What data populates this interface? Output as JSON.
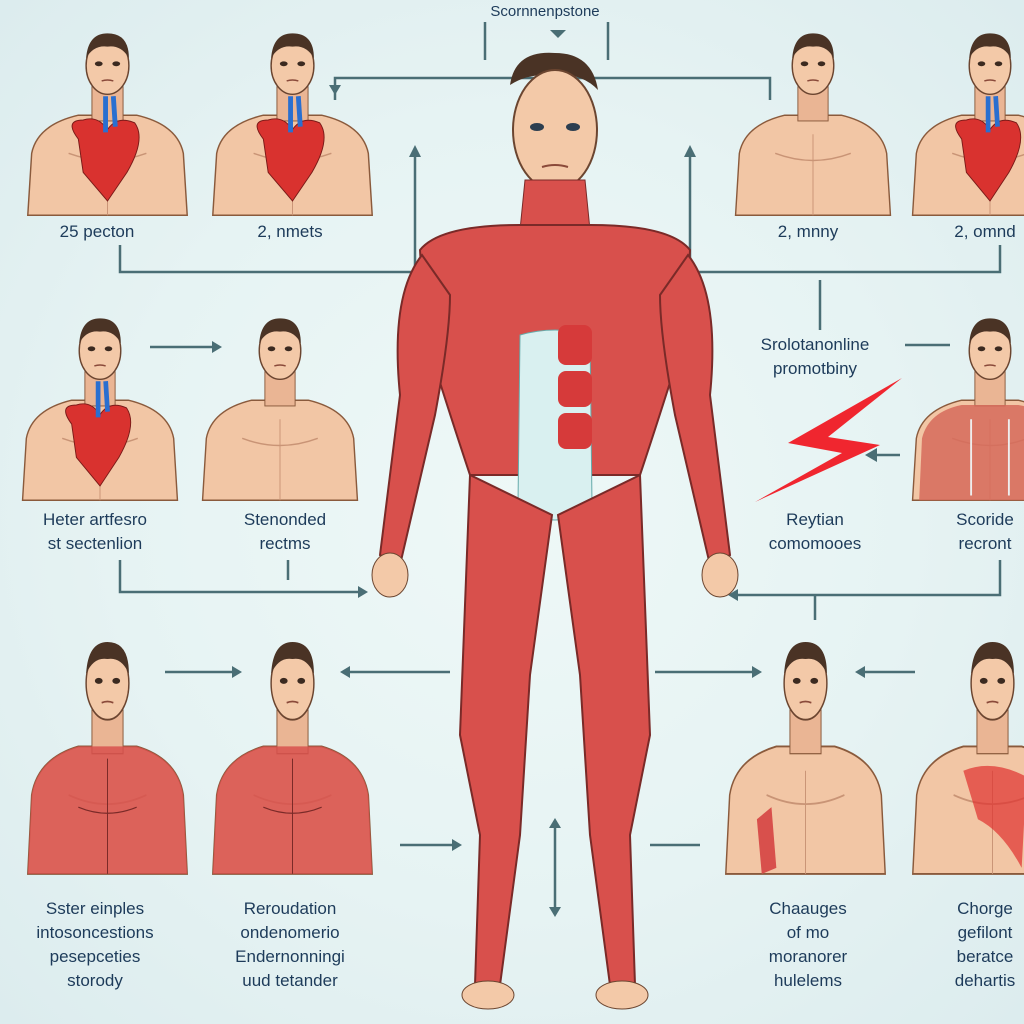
{
  "title": "Scornnenpstone",
  "colors": {
    "skin": "#f2c6a5",
    "muscle": "#d8504c",
    "line": "#4a6e75",
    "bolt": "#f0262f",
    "heart": "#d9322f"
  },
  "panels": [
    {
      "id": "top-left-1",
      "variant": "heart",
      "label": [
        "25 pecton"
      ]
    },
    {
      "id": "top-left-2",
      "variant": "heart",
      "label": [
        "2, nmets"
      ]
    },
    {
      "id": "top-right-1",
      "variant": "plain",
      "label": [
        "2, mnny"
      ]
    },
    {
      "id": "top-right-2",
      "variant": "heart",
      "label": [
        "2, omnd"
      ]
    },
    {
      "id": "mid-left-1",
      "variant": "heart",
      "label": [
        "Heter artfesro",
        "st sectenlion"
      ]
    },
    {
      "id": "mid-left-2",
      "variant": "plain",
      "label": [
        "Stenonded",
        "rectms"
      ]
    },
    {
      "id": "mid-right-2",
      "variant": "organs",
      "label": [
        "Scoride",
        "recront"
      ]
    },
    {
      "id": "bottom-left-1",
      "variant": "muscle",
      "label": [
        "Sster einples",
        "intosoncestions",
        "pesepceties",
        "storody"
      ]
    },
    {
      "id": "bottom-left-2",
      "variant": "muscle",
      "label": [
        "Reroudation",
        "ondenomerio",
        "Endernonningi",
        "uud tetander"
      ]
    },
    {
      "id": "bottom-right-1",
      "variant": "plain-red",
      "label": [
        "Chaauges",
        "of mo",
        "moranorer",
        "hulelems"
      ]
    },
    {
      "id": "bottom-right-2",
      "variant": "patches",
      "label": [
        "Chorge",
        "gefilont",
        "beratce",
        "dehartis"
      ]
    }
  ],
  "mid_right_text": [
    "Srolotanonline",
    "promotbiny"
  ],
  "bolt_label": [
    "Reytian",
    "comomooes"
  ]
}
